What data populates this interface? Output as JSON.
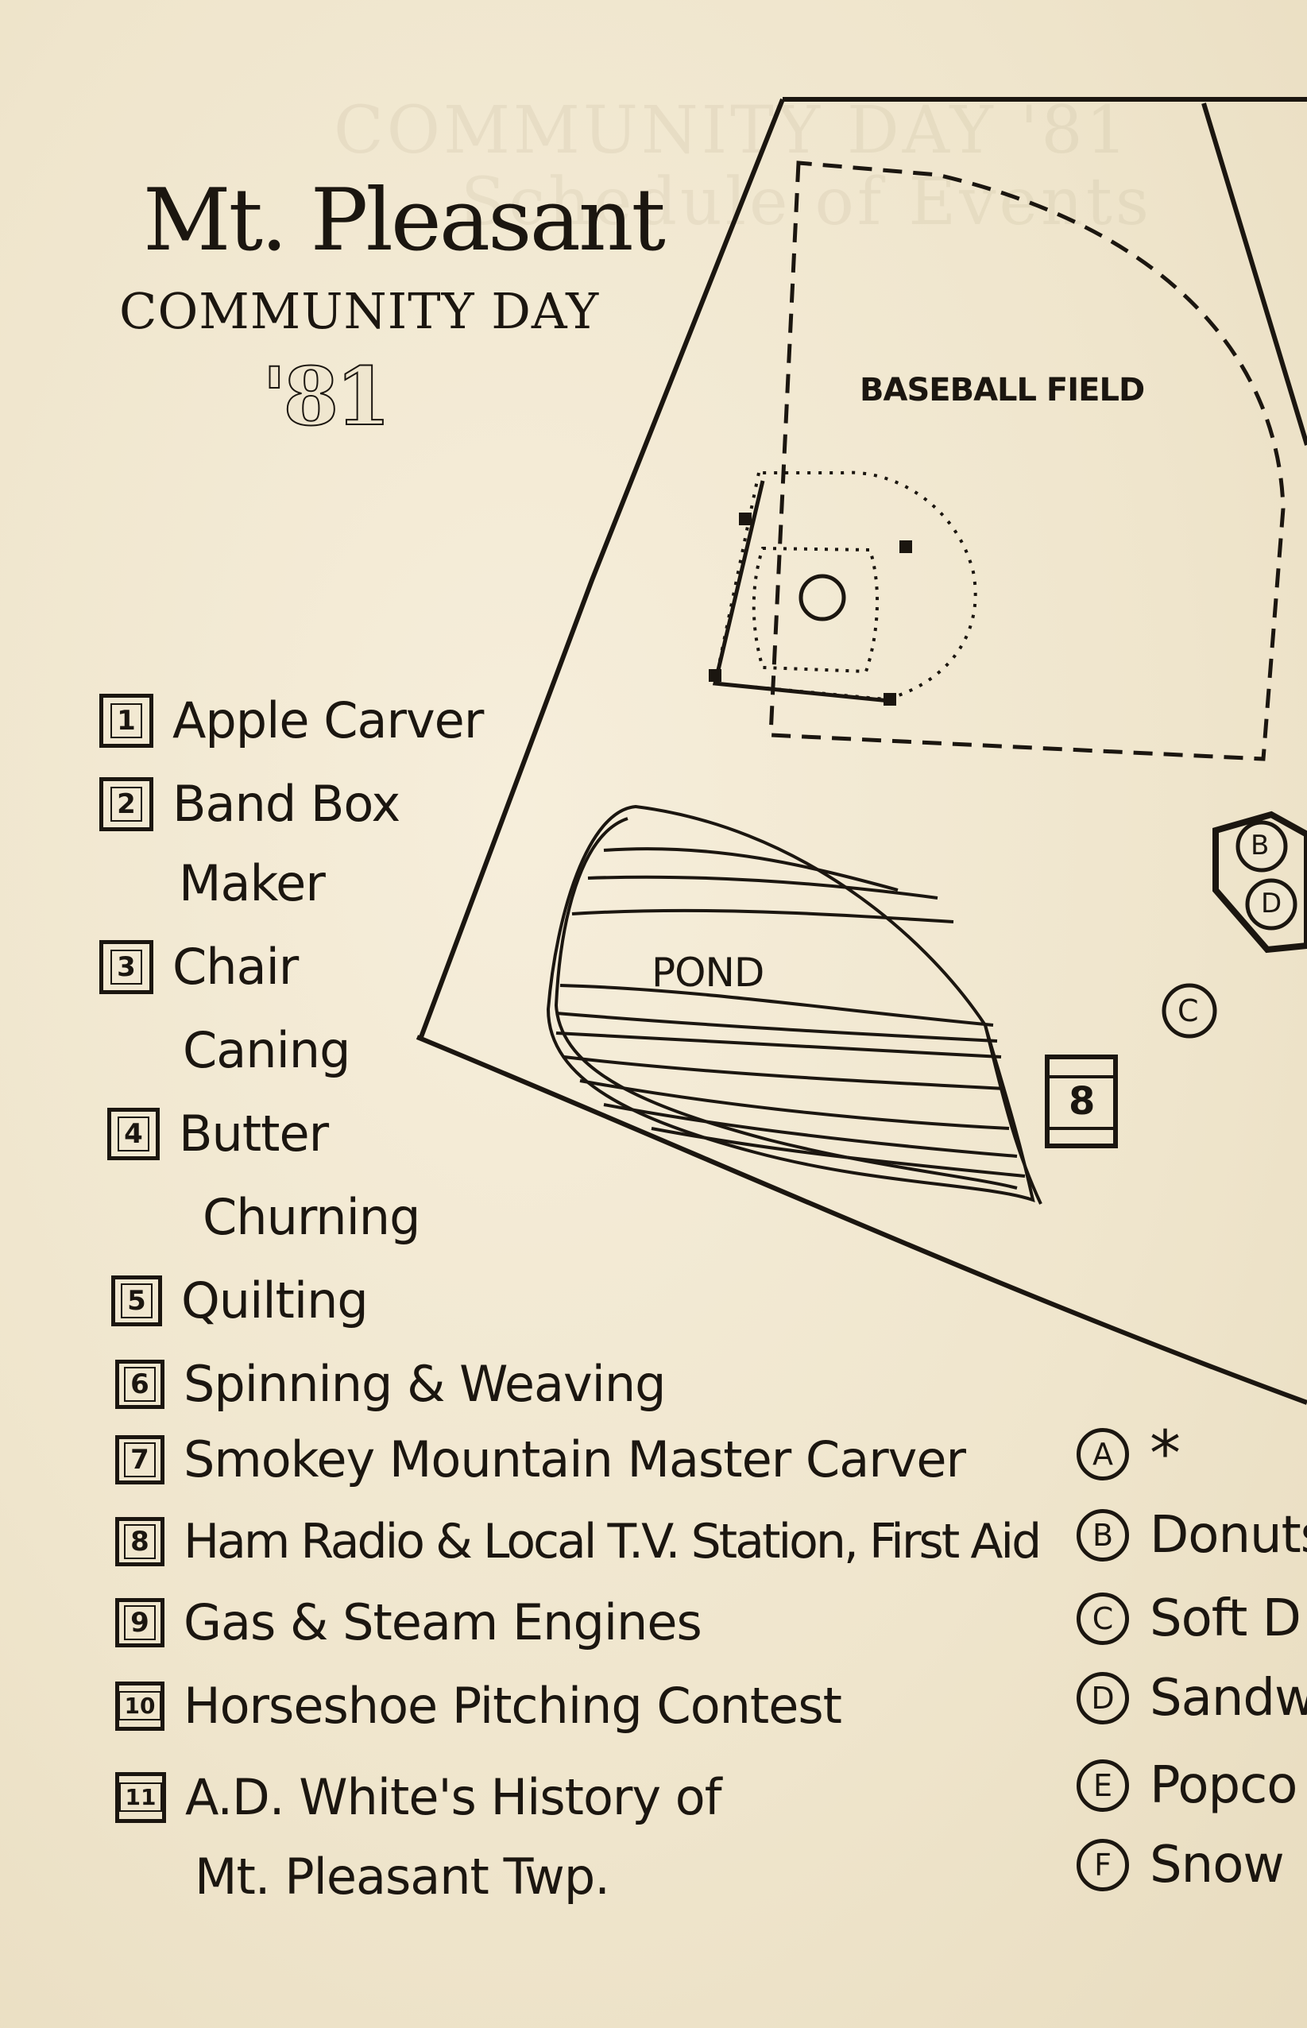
{
  "header": {
    "title": "Mt. Pleasant",
    "subtitle": "COMMUNITY DAY",
    "year": "'81"
  },
  "map": {
    "baseball_label": "BASEBALL FIELD",
    "pond_label": "POND",
    "markers": [
      {
        "id": "B",
        "label": "B"
      },
      {
        "id": "D",
        "label": "D"
      },
      {
        "id": "C",
        "label": "C"
      },
      {
        "id": "8",
        "label": "8"
      }
    ]
  },
  "legend": [
    {
      "num": "1",
      "lines": [
        "Apple Carver"
      ]
    },
    {
      "num": "2",
      "lines": [
        "Band Box",
        "Maker"
      ]
    },
    {
      "num": "3",
      "lines": [
        "Chair",
        "Caning"
      ]
    },
    {
      "num": "4",
      "lines": [
        "Butter",
        "Churning"
      ]
    },
    {
      "num": "5",
      "lines": [
        "Quilting"
      ]
    },
    {
      "num": "6",
      "lines": [
        "Spinning & Weaving"
      ]
    },
    {
      "num": "7",
      "lines": [
        "Smokey Mountain Master Carver"
      ]
    },
    {
      "num": "8",
      "lines": [
        "Ham Radio & Local T.V. Station, First Aid"
      ]
    },
    {
      "num": "9",
      "lines": [
        "Gas & Steam Engines"
      ]
    },
    {
      "num": "10",
      "lines": [
        "Horseshoe Pitching Contest"
      ]
    },
    {
      "num": "11",
      "lines": [
        "A.D. White's History of",
        "Mt. Pleasant Twp."
      ]
    }
  ],
  "food_legend": [
    {
      "letter": "A",
      "label": "*"
    },
    {
      "letter": "B",
      "label": "Donuts"
    },
    {
      "letter": "C",
      "label": "Soft D"
    },
    {
      "letter": "D",
      "label": "Sandwi"
    },
    {
      "letter": "E",
      "label": "Popco"
    },
    {
      "letter": "F",
      "label": "Snow"
    }
  ],
  "ghost_text": [
    "COMMUNITY DAY '81",
    "Schedule of Events"
  ]
}
